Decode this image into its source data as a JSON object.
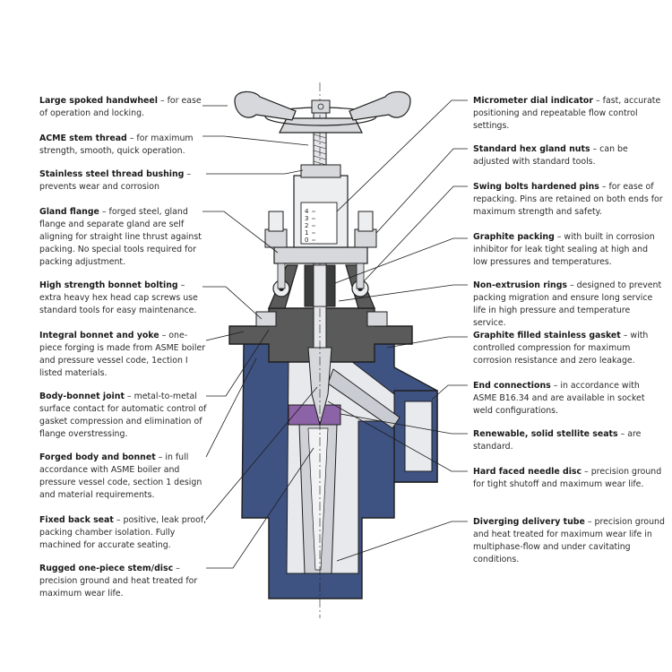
{
  "left_callouts": [
    {
      "title": "Large spoked handwheel",
      "body": " – for ease of operation and locking."
    },
    {
      "title": "ACME stem thread",
      "body": " – for maximum strength, smooth, quick operation."
    },
    {
      "title": "Stainless steel thread bushing",
      "body": " – prevents wear and corrosion"
    },
    {
      "title": "Gland flange",
      "body": " – forged steel, gland flange and separate gland are self aligning for straight line thrust against packing. No special tools required for packing adjustment."
    },
    {
      "title": "High strength bonnet bolting",
      "body": " – extra heavy hex head cap screws use standard tools for easy maintenance."
    },
    {
      "title": "Integral bonnet and yoke",
      "body": " – one-piece forging is made from ASME boiler and pressure vessel code, 1ection I listed materials."
    },
    {
      "title": "Body-bonnet joint",
      "body": " – metal-to-metal surface contact for automatic control of gasket compression and elimination of flange overstressing."
    },
    {
      "title": "Forged body and bonnet",
      "body": " – in full accordance with ASME boiler and pressure vessel code, section 1 design and material requirements."
    },
    {
      "title": "Fixed back seat",
      "body": " – positive, leak proof, packing chamber isolation. Fully machined for accurate seating."
    },
    {
      "title": "Rugged one-piece stem/disc",
      "body": " – precision ground and heat treated for maximum wear life."
    }
  ],
  "right_callouts": [
    {
      "title": "Micrometer dial indicator",
      "body": " – fast, accurate positioning and repeatable flow control settings."
    },
    {
      "title": "Standard hex gland nuts",
      "body": " – can be adjusted with standard tools."
    },
    {
      "title": "Swing bolts hardened pins",
      "body": " – for ease of repacking. Pins are retained on both ends for maximum strength and safety."
    },
    {
      "title": "Graphite packing",
      "body": " – with built in corrosion inhibitor for leak tight sealing at high and low pressures and temperatures."
    },
    {
      "title": "Non-extrusion rings",
      "body": " – designed to prevent packing migration and ensure long service life in high pressure and temperature service."
    },
    {
      "title": "Graphite filled stainless gasket",
      "body": " – with controlled compression for maximum corrosion resistance and zero leakage."
    },
    {
      "title": "End connections",
      "body": " – in accordance with ASME B16.34 and are available in socket weld configurations."
    },
    {
      "title": "Renewable, solid stellite seats",
      "body": " – are standard."
    },
    {
      "title": "Hard faced needle disc",
      "body": " – precision ground for tight shutoff and maximum wear life."
    },
    {
      "title": "Diverging delivery tube",
      "body": " – precision ground and heat treated for maximum wear life in multiphase-flow and under cavitating conditions."
    }
  ],
  "dial_scale": [
    "4",
    "3",
    "2",
    "1",
    "0"
  ],
  "colors": {
    "body_blue": "#3f5382",
    "bonnet_gray": "#5a5a5a",
    "gasket_purple": "#8c63a6",
    "steel_light": "#d6d8db",
    "outline": "#1e1e1e"
  }
}
